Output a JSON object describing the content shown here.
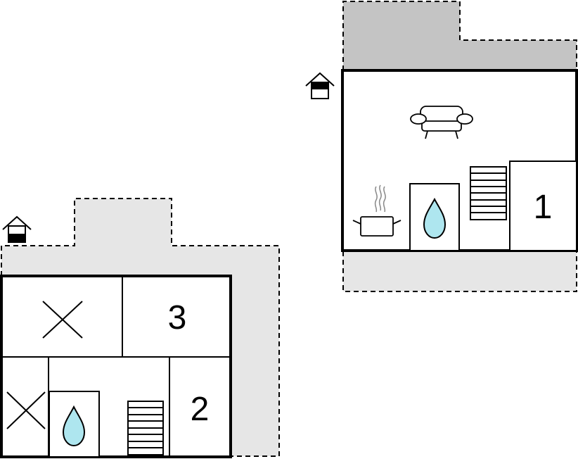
{
  "floor_plan": {
    "lower_floor": {
      "entrance_icon": "house-entrance-icon",
      "rooms": [
        {
          "id": "3",
          "label": "3",
          "type": "bedroom"
        },
        {
          "id": "2",
          "label": "2",
          "type": "bedroom"
        },
        {
          "id": "x1",
          "label": "",
          "type": "unused-room",
          "icon": "cross-icon"
        },
        {
          "id": "x2",
          "label": "",
          "type": "unused-room",
          "icon": "cross-icon"
        },
        {
          "id": "bath",
          "label": "",
          "type": "bathroom",
          "icon": "water-drop-icon"
        },
        {
          "id": "stairs",
          "label": "",
          "type": "staircase",
          "icon": "stairs-icon"
        }
      ]
    },
    "upper_floor": {
      "entrance_icon": "house-entrance-icon",
      "rooms": [
        {
          "id": "1",
          "label": "1",
          "type": "bedroom"
        },
        {
          "id": "living",
          "label": "",
          "type": "living-room",
          "icon": "sofa-icon"
        },
        {
          "id": "kitchen",
          "label": "",
          "type": "kitchen",
          "icon": "cooking-pot-icon"
        },
        {
          "id": "bath",
          "label": "",
          "type": "bathroom",
          "icon": "water-drop-icon"
        },
        {
          "id": "stairs",
          "label": "",
          "type": "staircase",
          "icon": "stairs-icon"
        }
      ]
    },
    "colors": {
      "wall": "#000000",
      "terrace_light": "#e6e6e6",
      "terrace_dark": "#c4c4c4",
      "water": "#aee6ef"
    }
  }
}
